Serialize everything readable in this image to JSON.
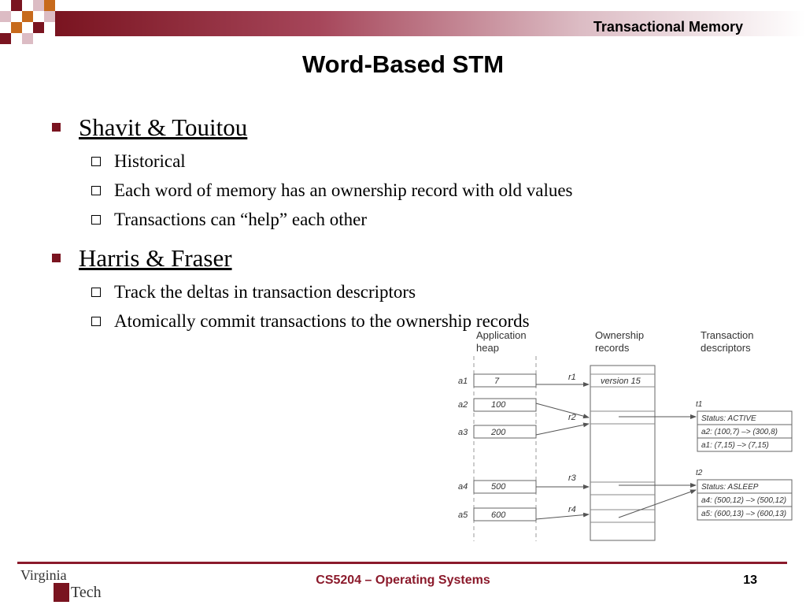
{
  "header": {
    "title": "Transactional Memory"
  },
  "slide": {
    "title": "Word-Based STM",
    "bullets": [
      {
        "text": "Shavit & Touitou",
        "sub": [
          "Historical",
          "Each word of memory has an ownership record with old values",
          "Transactions can “help” each other"
        ]
      },
      {
        "text": "Harris & Fraser",
        "sub": [
          "Track the deltas in transaction descriptors",
          "Atomically commit transactions to the ownership records"
        ]
      }
    ]
  },
  "diagram": {
    "col_app_1": "Application",
    "col_app_2": "heap",
    "col_own_1": "Ownership",
    "col_own_2": "records",
    "col_tx_1": "Transaction",
    "col_tx_2": "descriptors",
    "addr": [
      "a1",
      "a2",
      "a3",
      "a4",
      "a5"
    ],
    "values": [
      "7",
      "100",
      "200",
      "500",
      "600"
    ],
    "recs": [
      "r1",
      "r2",
      "r3",
      "r4"
    ],
    "version": "version 15",
    "t1": {
      "label": "t1",
      "status": "Status: ACTIVE",
      "e1": "a2: (100,7) –> (300,8)",
      "e2": "a1: (7,15) –> (7,15)"
    },
    "t2": {
      "label": "t2",
      "status": "Status: ASLEEP",
      "e1": "a4: (500,12) –> (500,12)",
      "e2": "a5: (600,13) –> (600,13)"
    }
  },
  "footer": {
    "course": "CS5204 – Operating Systems",
    "page": "13",
    "logo_text_1": "Virginia",
    "logo_text_2": "Tech"
  },
  "colors": {
    "maroon": "#7a1420",
    "orange": "#c76a1c",
    "footer_red": "#8b1a2b"
  }
}
